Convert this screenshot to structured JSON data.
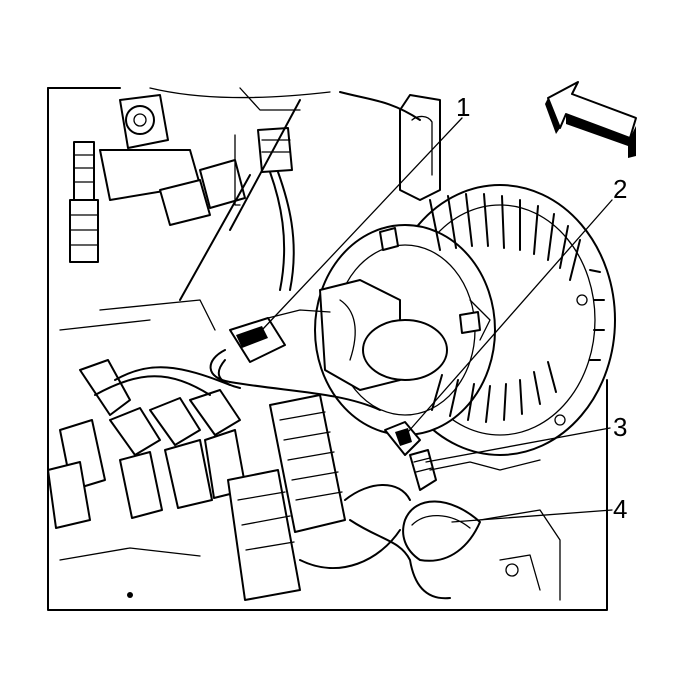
{
  "callouts": [
    {
      "id": "1",
      "label": "1"
    },
    {
      "id": "2",
      "label": "2"
    },
    {
      "id": "3",
      "label": "3"
    },
    {
      "id": "4",
      "label": "4"
    }
  ],
  "icons": {
    "direction_arrow": "direction-arrow-icon"
  }
}
